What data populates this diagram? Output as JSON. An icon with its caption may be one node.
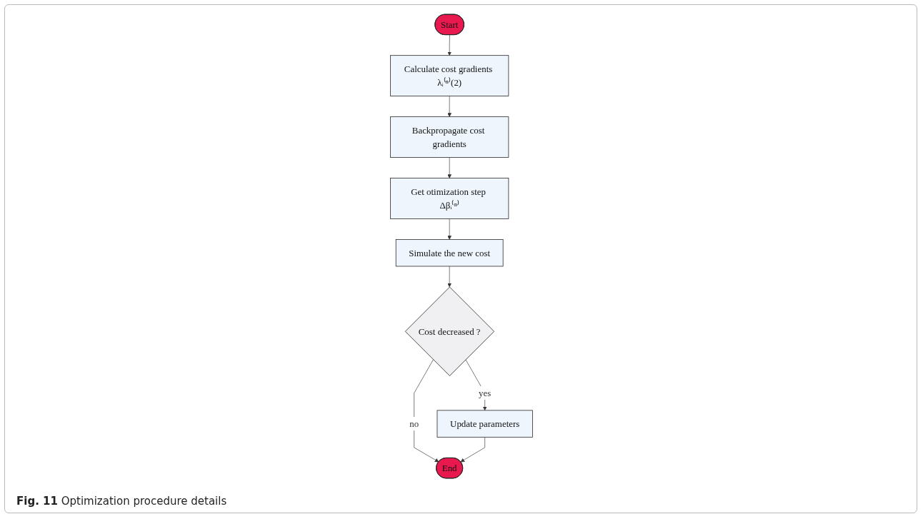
{
  "diagram": {
    "caption": "**Fig. 11** Optimization procedure details",
    "nodes": [
      {
        "text": [
          "Start"
        ]
      },
      {
        "text": [
          "Calculate cost gradients λᵢ⁽ⁿ⁾(2)"
        ]
      },
      {
        "text": [
          "Backpropagate cost gradients"
        ]
      },
      {
        "text": [
          "Get otimization step Δβᵢ⁽ⁿ⁾"
        ]
      },
      {
        "text": [
          "Simulate the new cost"
        ]
      },
      {
        "text": [
          "Cost decreased ?"
        ]
      },
      {
        "text": [
          "Update parameters"
        ]
      },
      {
        "text": [
          "End"
        ]
      }
    ],
    "edges": [
      {
        "from": 0,
        "to": 1,
        "arrow": "to"
      },
      {
        "from": 1,
        "to": 2,
        "arrow": "to"
      },
      {
        "from": 2,
        "to": 3,
        "arrow": "to"
      },
      {
        "from": 3,
        "to": 4,
        "arrow": "to"
      },
      {
        "from": 4,
        "to": 5,
        "arrow": "to"
      },
      {
        "from": 5,
        "to": 6,
        "label": "yes",
        "arrow": "to"
      },
      {
        "from": 5,
        "to": 7,
        "label": "no",
        "arrow": "to"
      },
      {
        "from": 6,
        "to": 7,
        "arrow": "to"
      }
    ]
  }
}
